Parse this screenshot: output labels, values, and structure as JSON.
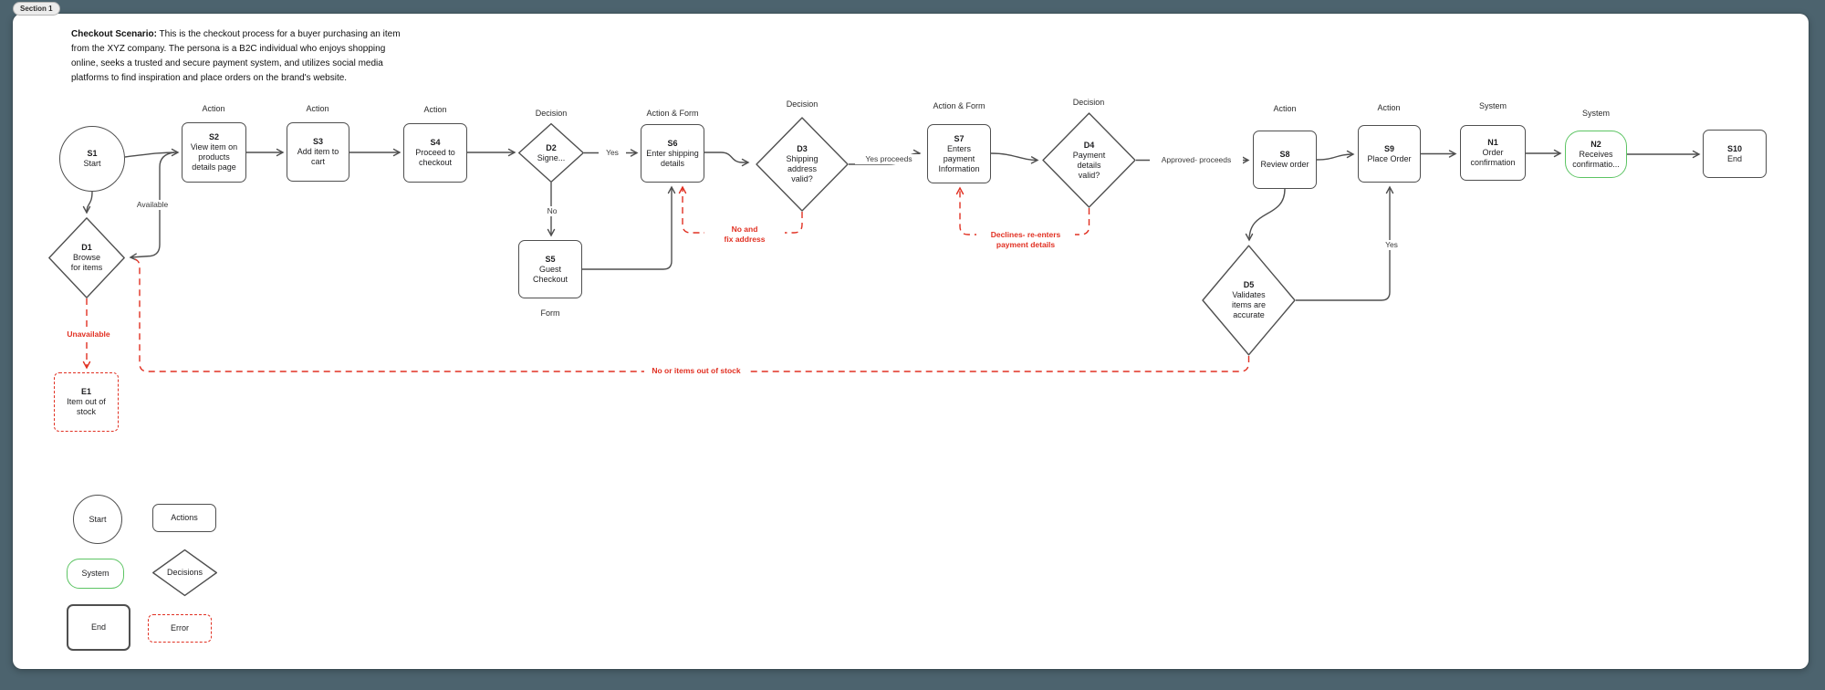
{
  "page": {
    "section_tag": "Section 1"
  },
  "description": {
    "bold": "Checkout Scenario:",
    "line1": " This is the checkout process for a buyer purchasing an item",
    "line2": "from the XYZ company.  The persona is a B2C individual who enjoys shopping",
    "line3": "online, seeks a trusted and secure payment system, and utilizes social media",
    "line4": "platforms to find inspiration and place orders on the brand's website."
  },
  "nodes": {
    "s1": {
      "id": "S1",
      "label": "Start",
      "category": ""
    },
    "s2": {
      "id": "S2",
      "label": "View item on\nproducts\ndetails page",
      "category": "Action"
    },
    "s3": {
      "id": "S3",
      "label": "Add item to\ncart",
      "category": "Action"
    },
    "s4": {
      "id": "S4",
      "label": "Proceed to\ncheckout",
      "category": "Action"
    },
    "d2": {
      "id": "D2",
      "label": "Signe...",
      "category": "Decision"
    },
    "s6": {
      "id": "S6",
      "label": "Enter shipping\ndetails",
      "category": "Action & Form"
    },
    "d3": {
      "id": "D3",
      "label": "Shipping\naddress\nvalid?",
      "category": "Decision"
    },
    "s7": {
      "id": "S7",
      "label": "Enters\npayment\nInformation",
      "category": "Action & Form"
    },
    "d4": {
      "id": "D4",
      "label": "Payment\ndetails\nvalid?",
      "category": "Decision"
    },
    "s8": {
      "id": "S8",
      "label": "Review order",
      "category": "Action"
    },
    "s9": {
      "id": "S9",
      "label": "Place Order",
      "category": "Action"
    },
    "n1": {
      "id": "N1",
      "label": "Order\nconfirmation",
      "category": "System"
    },
    "n2": {
      "id": "N2",
      "label": "Receives\nconfirmatio...",
      "category": "System"
    },
    "s10": {
      "id": "S10",
      "label": "End",
      "category": ""
    },
    "d1": {
      "id": "D1",
      "label": "Browse\nfor items",
      "category": ""
    },
    "s5": {
      "id": "S5",
      "label": "Guest\nCheckout",
      "category": "Form"
    },
    "e1": {
      "id": "E1",
      "label": "Item out of\nstock",
      "category": ""
    },
    "d5": {
      "id": "D5",
      "label": "Validates\nitems are\naccurate",
      "category": ""
    }
  },
  "edges": {
    "available": "Available",
    "yes": "Yes",
    "no": "No",
    "yes_proceeds": "Yes proceeds",
    "approved_proceeds": "Approved- proceeds",
    "d5_yes": "Yes",
    "unavailable": "Unavailable",
    "no_fix_address": "No and\nfix address",
    "declines": "Declines- re-enters\npayment details",
    "out_of_stock": "No or items out of stock"
  },
  "legend": {
    "start": "Start",
    "actions": "Actions",
    "system": "System",
    "decisions": "Decisions",
    "end": "End",
    "error": "Error"
  },
  "colors": {
    "background": "#4c636e",
    "canvas": "#ffffff",
    "stroke": "#4f4f4f",
    "green": "#5cc463",
    "red": "#e13022"
  }
}
